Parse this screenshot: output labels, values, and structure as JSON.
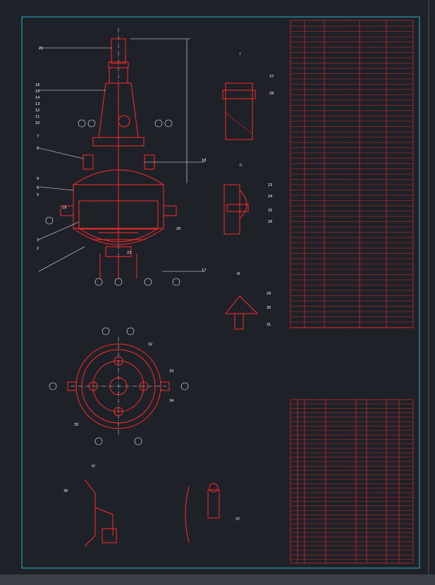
{
  "drawing": {
    "section_labels": [
      "I",
      "II",
      "III",
      "IV"
    ],
    "number_labels": [
      "2",
      "3",
      "5",
      "6",
      "7",
      "8",
      "9",
      "10",
      "11",
      "12",
      "13",
      "14",
      "15",
      "16",
      "17",
      "18",
      "19",
      "20",
      "21",
      "22",
      "23",
      "24",
      "25",
      "26",
      "27",
      "28",
      "29",
      "30",
      "31",
      "32",
      "33",
      "34",
      "35",
      "36",
      "37"
    ]
  },
  "colors": {
    "background": "#1e2228",
    "frame": "#23b7c9",
    "line_red": "#ff2a2a",
    "line_white": "#f2f2f2",
    "text_yellow": "#ffe86a"
  }
}
